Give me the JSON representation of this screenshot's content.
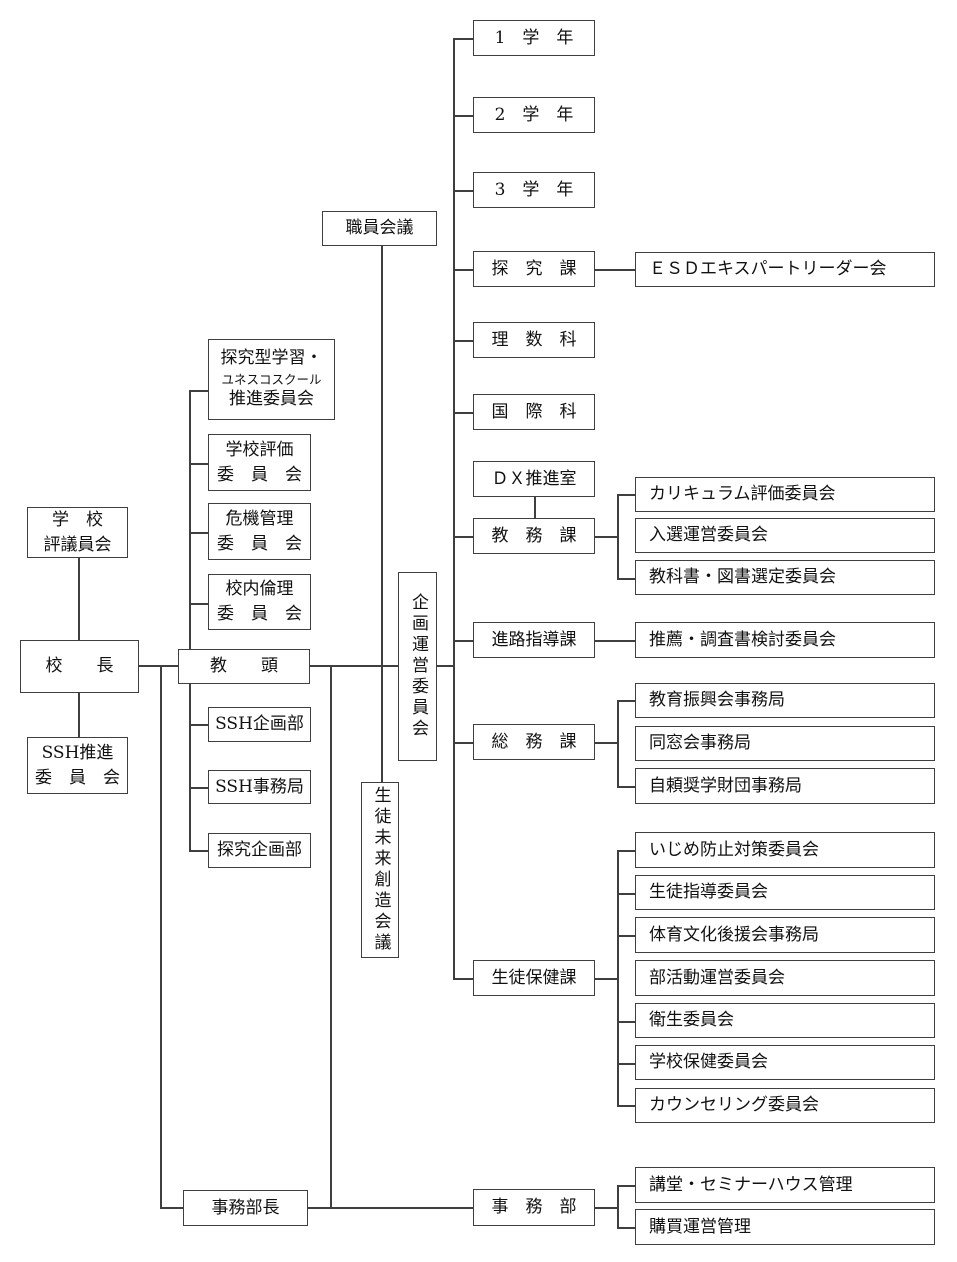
{
  "style": {
    "line_color": "#3f3f3f",
    "background": "#ffffff",
    "text_color": "#111111"
  },
  "nodes": {
    "school_council": "学　校\n評議員会",
    "principal": "校　　長",
    "ssh_promotion": "SSH推進\n委　員　会",
    "staff_meeting": "職員会議",
    "unesco_line1": "探究型学習・",
    "unesco_line2": "ユネスコスクール",
    "unesco_line3": "推進委員会",
    "school_evaluation": "学校評価\n委　員　会",
    "crisis_management": "危機管理\n委　員　会",
    "internal_ethics": "校内倫理\n委　員　会",
    "vice_principal": "教　　頭",
    "ssh_planning": "SSH企画部",
    "ssh_office": "SSH事務局",
    "inquiry_planning": "探究企画部",
    "admin_director": "事務部長",
    "planning_steering_committee": "企画運営委員会",
    "student_future_meeting": "生徒未来創造会議",
    "grade1": "1　学　年",
    "grade2": "2　学　年",
    "grade3": "3　学　年",
    "inquiry_section": "探　究　課",
    "science_math": "理　数　科",
    "international": "国　際　科",
    "dx_promotion": "ＤＸ推進室",
    "academic_affairs": "教　務　課",
    "career_guidance": "進路指導課",
    "general_affairs": "総　務　課",
    "student_health": "生徒保健課",
    "admin_dept": "事　務　部",
    "esd_leader": "ＥＳＤエキスパートリーダー会",
    "curriculum_eval": "カリキュラム評価委員会",
    "admission_mgmt": "入選運営委員会",
    "textbook_selection": "教科書・図書選定委員会",
    "recommendation_review": "推薦・調査書検討委員会",
    "edu_promotion_office": "教育振興会事務局",
    "alumni_office": "同窓会事務局",
    "scholarship_foundation": "自頼奨学財団事務局",
    "bullying_prevention": "いじめ防止対策委員会",
    "student_guidance": "生徒指導委員会",
    "sports_culture_support": "体育文化後援会事務局",
    "club_management": "部活動運営委員会",
    "hygiene_committee": "衛生委員会",
    "school_health_committee": "学校保健委員会",
    "counseling_committee": "カウンセリング委員会",
    "auditorium_mgmt": "講堂・セミナーハウス管理",
    "purchasing_mgmt": "購買運営管理"
  }
}
